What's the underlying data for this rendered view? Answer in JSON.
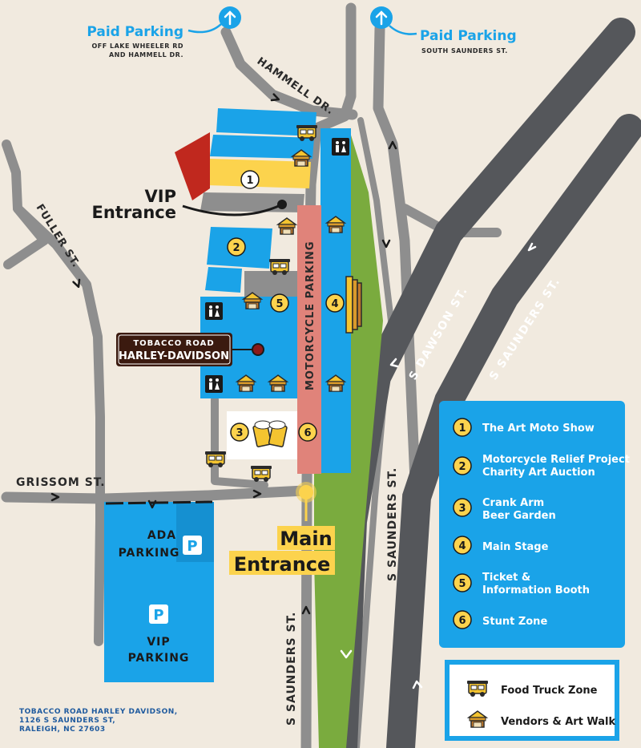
{
  "parking_top_left": {
    "title": "Paid Parking",
    "line1": "OFF LAKE WHEELER RD",
    "line2": "AND HAMMELL DR."
  },
  "parking_top_right": {
    "title": "Paid Parking",
    "line1": "SOUTH SAUNDERS ST."
  },
  "streets": {
    "hammell": "HAMMELL DR.",
    "fuller": "FULLER ST.",
    "grissom": "GRISSOM ST.",
    "dawson": "S DAWSON ST.",
    "saunders_diag": "S SAUNDERS ST.",
    "saunders_mid": "S SAUNDERS ST.",
    "saunders_bottom": "S SAUNDERS ST."
  },
  "labels": {
    "vip_entrance_line1": "VIP",
    "vip_entrance_line2": "Entrance",
    "motorcycle_parking": "MOTORCYCLE PARKING",
    "main_entrance_line1": "Main",
    "main_entrance_line2": "Entrance",
    "ada_parking_line1": "ADA",
    "ada_parking_line2": "PARKING",
    "vip_parking_line1": "VIP",
    "vip_parking_line2": "PARKING",
    "parking_symbol": "P"
  },
  "dealer_logo": {
    "line1": "TOBACCO ROAD",
    "line2": "HARLEY-DAVIDSON"
  },
  "zone_markers": [
    "1",
    "2",
    "3",
    "4",
    "5",
    "6"
  ],
  "legend": {
    "items": [
      {
        "num": "1",
        "line1": "The Art Moto Show",
        "line2": ""
      },
      {
        "num": "2",
        "line1": "Motorcycle Relief Project",
        "line2": "Charity Art Auction"
      },
      {
        "num": "3",
        "line1": "Crank Arm",
        "line2": "Beer Garden"
      },
      {
        "num": "4",
        "line1": "Main Stage",
        "line2": ""
      },
      {
        "num": "5",
        "line1": "Ticket &",
        "line2": "Information Booth"
      },
      {
        "num": "6",
        "line1": "Stunt Zone",
        "line2": ""
      }
    ],
    "icons": [
      {
        "icon": "food-truck-icon",
        "label": "Food Truck Zone"
      },
      {
        "icon": "vendor-tent-icon",
        "label": "Vendors & Art Walk"
      }
    ]
  },
  "address": {
    "line1": "TOBACCO ROAD HARLEY DAVIDSON,",
    "line2": "1126 S SAUNDERS ST,",
    "line3": "RALEIGH, NC 27603"
  },
  "colors": {
    "background": "#f1eadf",
    "road": "#8e8e8e",
    "highway": "#55575b",
    "blue": "#1aa3e8",
    "yellow": "#fcd34d",
    "green": "#7aab3e",
    "salmon": "#e0837a",
    "red": "#c0281e",
    "dark_brown": "#3b1a0f"
  }
}
